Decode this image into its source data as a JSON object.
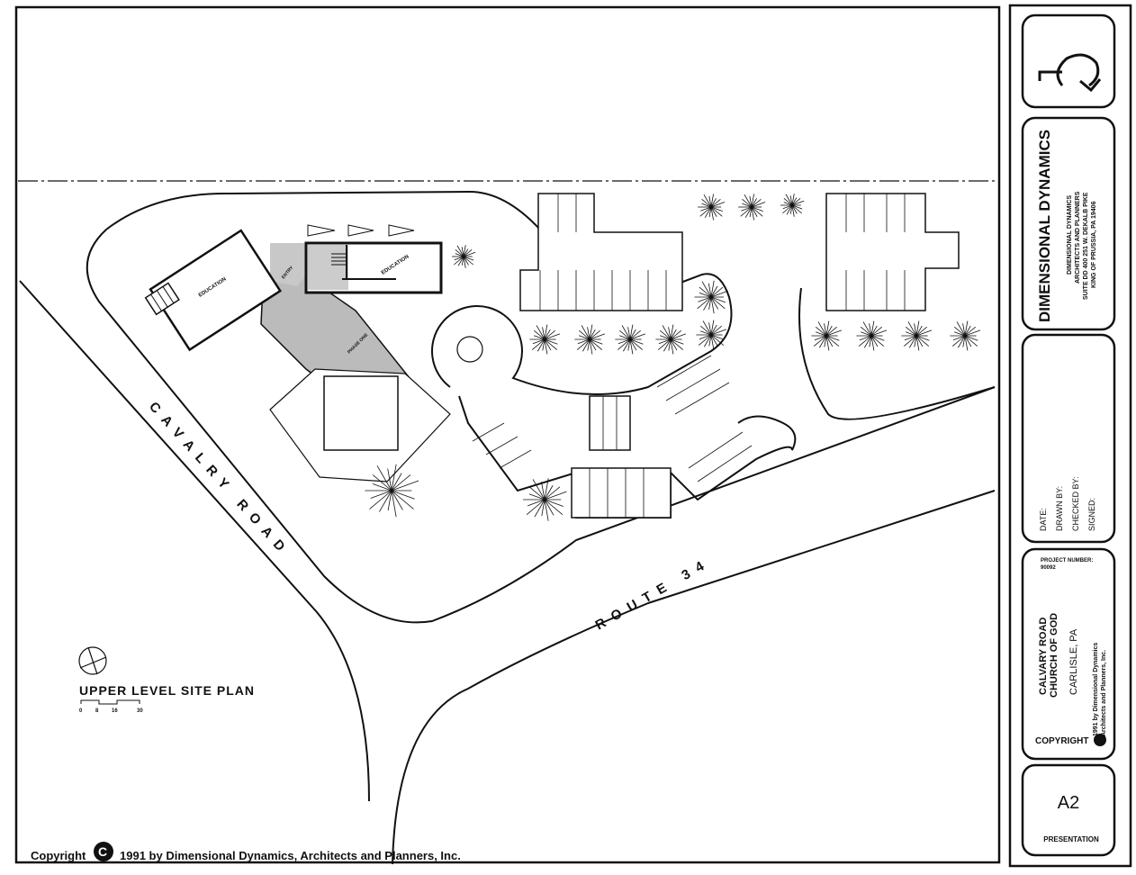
{
  "drawing": {
    "plan_title": "UPPER LEVEL SITE PLAN",
    "scale_ticks": [
      "0",
      "8",
      "16",
      "30"
    ],
    "road_labels": {
      "cavalry_road": "CAVALRY ROAD",
      "route_34": "ROUTE 34"
    },
    "room_labels": {
      "education_left": "EDUCATION",
      "education_right": "EDUCATION",
      "entry": "ENTRY",
      "phase_one": "PHASE ONE"
    },
    "copyright_line": {
      "prefix": "Copyright",
      "symbol": "©",
      "text": "1991 by Dimensional Dynamics, Architects and Planners, Inc."
    }
  },
  "title_block": {
    "logo_icon": "dd-monogram-arrow-icon",
    "firm_name": "DIMENSIONAL DYNAMICS",
    "firm_address": [
      "DIMENSIONAL DYNAMICS",
      "ARCHITECTS AND PLANNERS",
      "SUITE DD 400 251 W. DEKALB PIKE",
      "KING OF PRUSSIA, PA 19406"
    ],
    "fields": [
      "DATE:",
      "DRAWN BY:",
      "CHECKED BY:",
      "SIGNED:"
    ],
    "project_number_label": "PROJECT NUMBER:",
    "project_number": "90092",
    "project_name": [
      "CALVARY ROAD",
      "CHURCH OF GOD"
    ],
    "location": "CARLISLE, PA",
    "copyright_label": "COPYRIGHT",
    "copyright_text": [
      "1991 by Dimensional Dynamics",
      "Architects and Planners, Inc."
    ],
    "sheet_number": "A2",
    "sheet_type": "PRESENTATION"
  }
}
